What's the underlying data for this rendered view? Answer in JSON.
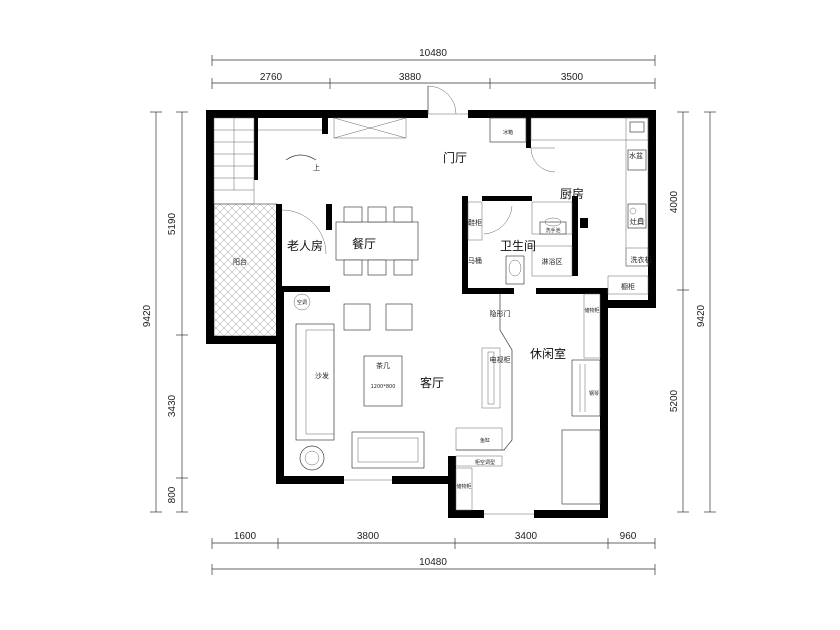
{
  "dimensions": {
    "top_total": "10480",
    "top_segments": [
      "2760",
      "3880",
      "3500"
    ],
    "bottom_total": "10480",
    "bottom_segments": [
      "1600",
      "3800",
      "3400",
      "960"
    ],
    "left_total": "9420",
    "left_segments": [
      "5190",
      "3430",
      "800"
    ],
    "right_total": "9420",
    "right_segments": [
      "4000",
      "5200"
    ]
  },
  "rooms": {
    "entrance_hall": "门厅",
    "kitchen": "厨房",
    "elder_room": "老人房",
    "dining": "餐厅",
    "bathroom": "卫生间",
    "living": "客厅",
    "lounge": "休闲室"
  },
  "labels": {
    "fridge": "冰箱",
    "up": "上",
    "sink": "水盆",
    "stove": "灶具",
    "washbasin": "洗手池",
    "shoe_cabinet": "鞋柜",
    "toilet": "马桶",
    "shower": "淋浴区",
    "washer": "洗衣机",
    "cupboard": "橱柜",
    "balcony": "阳台",
    "ac": "空调",
    "storage": "储物柜",
    "hidden_door": "隐形门",
    "sofa": "沙发",
    "tea_table": "茶几",
    "tea_table_size": "1200*800",
    "tv_cabinet": "电视柜",
    "piano": "钢琴",
    "fish_tank": "鱼缸",
    "ac_cabinet": "柜空调型",
    "storage2": "储物柜"
  }
}
